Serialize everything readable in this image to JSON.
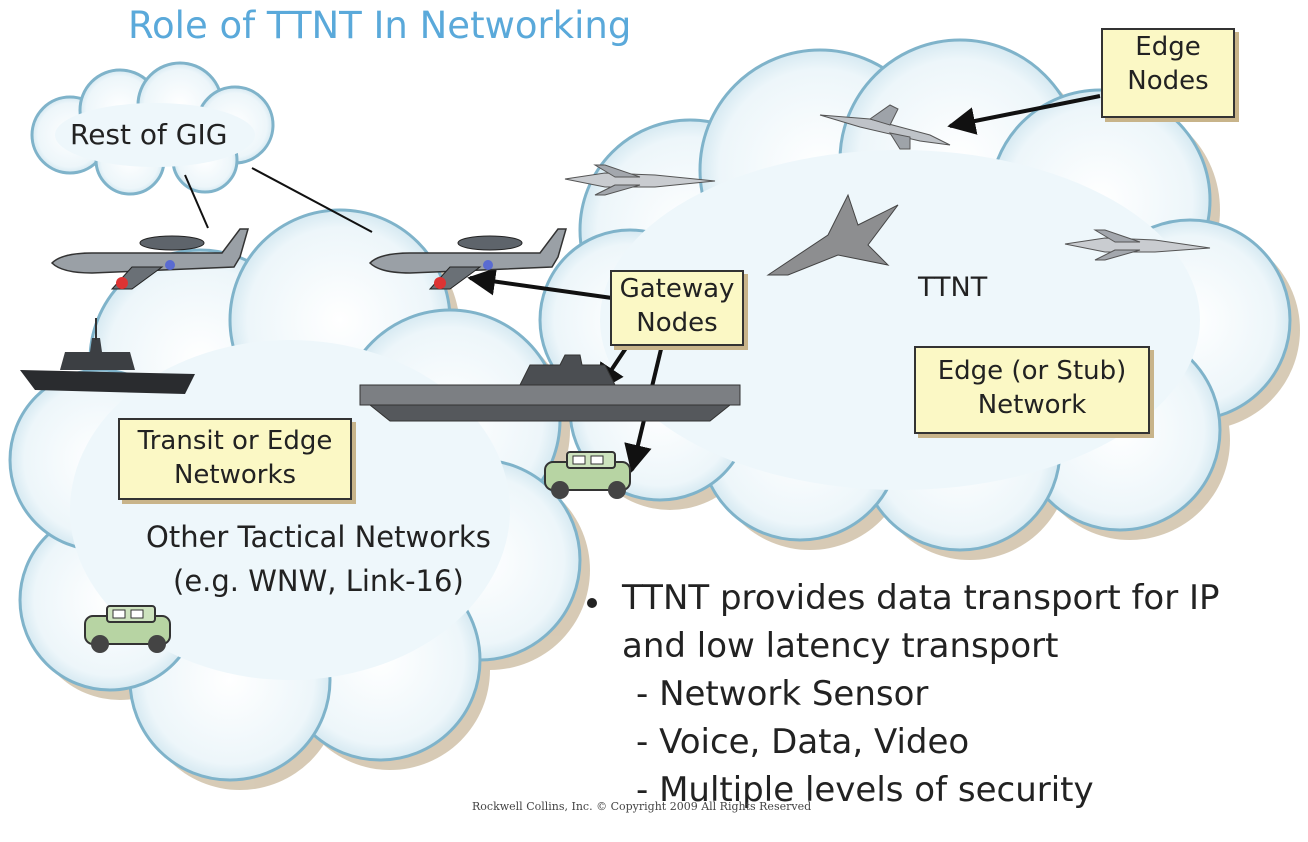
{
  "title": "Role of TTNT In Networking",
  "labels": {
    "rest_of_gig": "Rest of GIG",
    "edge_nodes_line1": "Edge",
    "edge_nodes_line2": "Nodes",
    "gateway_line1": "Gateway",
    "gateway_line2": "Nodes",
    "ttnt": "TTNT",
    "edge_stub_line1": "Edge (or Stub)",
    "edge_stub_line2": "Network",
    "transit_line1": "Transit or Edge",
    "transit_line2": "Networks",
    "other_line1": "Other Tactical Networks",
    "other_line2": "(e.g. WNW, Link-16)"
  },
  "bullets": {
    "main_line1": "TTNT provides data transport for IP",
    "main_line2": "and low latency transport",
    "sub": [
      "- Network Sensor",
      "- Voice, Data, Video",
      "- Multiple levels of security"
    ]
  },
  "footer": "Rockwell Collins, Inc. © Copyright 2009 All Rights Reserved",
  "colors": {
    "title": "#5aa9da",
    "cloud": "#e6f2f8",
    "cloud_edge": "#9fc6d8",
    "caption_bg": "#fbf8c5"
  }
}
